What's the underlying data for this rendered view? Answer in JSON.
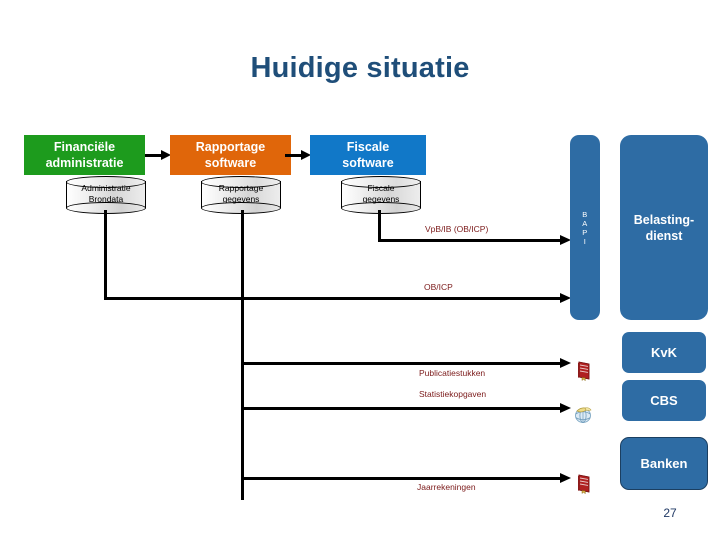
{
  "slide": {
    "title": "Huidige situatie",
    "page_number": "27",
    "title_color": "#1F4E79",
    "background": "#ffffff"
  },
  "flow": {
    "boxes": [
      {
        "id": "financiele-administratie",
        "label": "Financiële\nadministratie",
        "line1": "Financiële",
        "line2": "administratie",
        "color": "#1D9B1D"
      },
      {
        "id": "rapportage-software",
        "label": "Rapportage\nsoftware",
        "line1": "Rapportage",
        "line2": "software",
        "color": "#E0660A"
      },
      {
        "id": "fiscale-software",
        "label": "Fiscale\nsoftware",
        "line1": "Fiscale",
        "line2": "software",
        "color": "#1178C8"
      }
    ],
    "connector_icon": "right-arrow-icon"
  },
  "datastores": [
    {
      "id": "administratie-brondata",
      "line1": "Administratie",
      "line2": "Brondata"
    },
    {
      "id": "rapportage-gegevens",
      "line1": "Rapportage",
      "line2": "gegevens"
    },
    {
      "id": "fiscale-gegevens",
      "line1": "Fiscale",
      "line2": "gegevens"
    }
  ],
  "flows": [
    {
      "id": "vpb-ib",
      "label": "VpB/IB (OB/ICP)",
      "target": "BAPI",
      "color": "#7B1A1A"
    },
    {
      "id": "ob-icp",
      "label": "OB/ICP",
      "target": "BAPI",
      "color": "#7B1A1A"
    },
    {
      "id": "publicatiestukken",
      "label": "Publicatiestukken",
      "target": "KvK",
      "color": "#7B1A1A"
    },
    {
      "id": "statistiekopgaven",
      "label": "Statistiekopgaven",
      "target": "CBS",
      "color": "#7B1A1A"
    },
    {
      "id": "jaarrekeningen",
      "label": "Jaarrekeningen",
      "target": "Banken",
      "color": "#7B1A1A"
    }
  ],
  "entities": [
    {
      "id": "bapi",
      "label": "BAPI",
      "letters": [
        "B",
        "A",
        "P",
        "I"
      ],
      "color": "#2E6CA4"
    },
    {
      "id": "belastingdienst",
      "label": "Belasting-dienst",
      "line1": "Belasting-",
      "line2": "dienst",
      "color": "#2E6CA4"
    },
    {
      "id": "kvk",
      "label": "KvK",
      "color": "#2E6CA4"
    },
    {
      "id": "cbs",
      "label": "CBS",
      "color": "#2E6CA4"
    },
    {
      "id": "banken",
      "label": "Banken",
      "color": "#2E6CA4",
      "border": "#1B3F61"
    }
  ],
  "icons": {
    "book": "red-book-icon",
    "globe": "globe-icon"
  }
}
